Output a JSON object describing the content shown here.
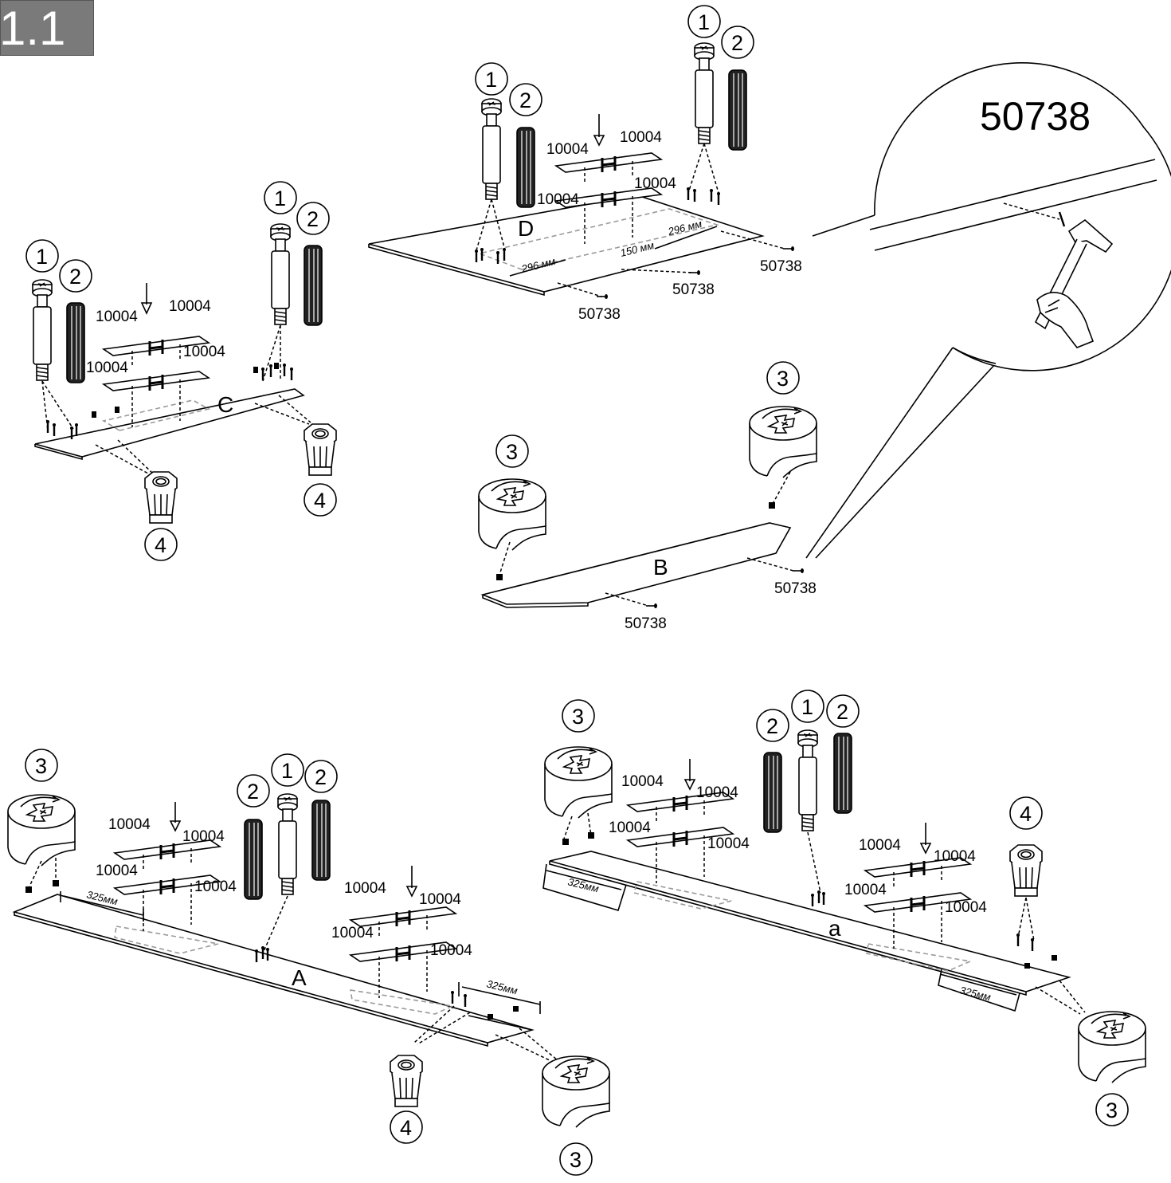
{
  "step_badge": "1.1",
  "callout_label": "50738",
  "part_numbers": {
    "p1": "1",
    "p2": "2",
    "p3": "3",
    "p4": "4"
  },
  "screw_code": "50738",
  "pin_code": "10004",
  "panels": {
    "A": "A",
    "B": "B",
    "C": "C",
    "D": "D",
    "a": "a"
  },
  "dimensions": {
    "d296": "296 мм",
    "d150": "150 мм",
    "d325": "325мм"
  },
  "colors": {
    "line": "#000000",
    "badge_bg": "#7a7a7a",
    "hidden": "#9a9a9a"
  }
}
